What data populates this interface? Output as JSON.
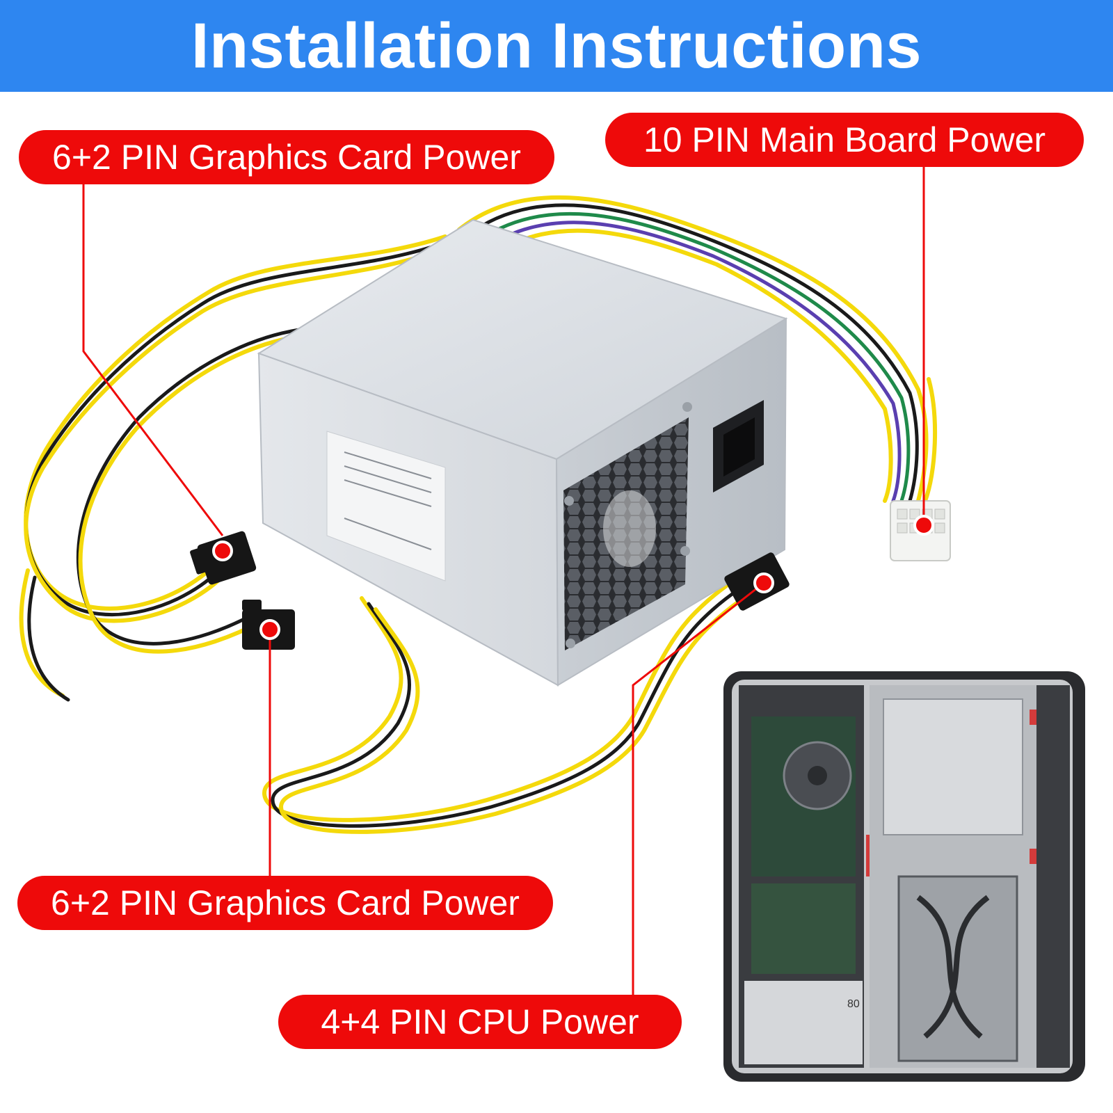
{
  "title": "Installation Instructions",
  "colors": {
    "banner": "#2e86f0",
    "label": "#ee0a0a",
    "wire_yellow": "#f4d90b",
    "wire_black": "#1a1a1a",
    "wire_green": "#1f8a4a",
    "wire_purple": "#5a3fb0",
    "psu_body": "#d9dde2"
  },
  "labels": {
    "gpu_top": "6+2 PIN Graphics Card Power",
    "mainboard": "10 PIN Main Board Power",
    "gpu_bottom": "6+2 PIN Graphics Card Power",
    "cpu": "4+4 PIN CPU Power"
  },
  "psu_badge": "80"
}
